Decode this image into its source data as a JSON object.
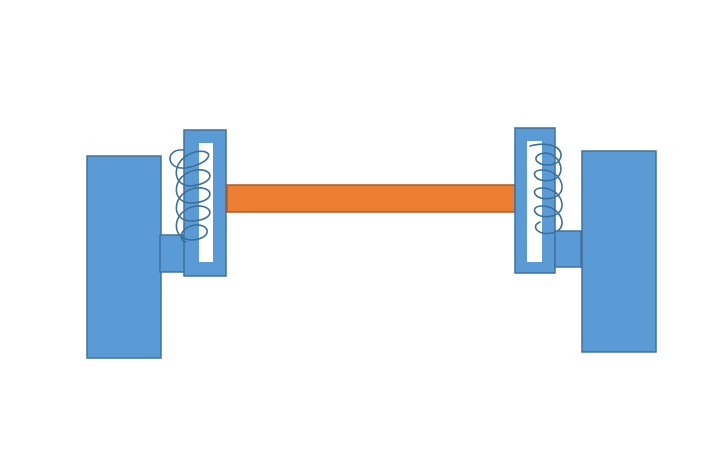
{
  "diagram": {
    "colors": {
      "block": "#5b9bd5",
      "block_stroke": "#41719c",
      "rod": "#ed7d31",
      "rod_stroke": "#ae5a21",
      "frame_inner": "#ffffff",
      "spring": "#3a6f9a",
      "background": "#ffffff"
    },
    "components": {
      "left_block": "left-outer-block",
      "left_connector": "left-connector",
      "left_frame": "left-frame",
      "left_spring": "left-spring",
      "rod": "center-rod",
      "right_frame": "right-frame",
      "right_spring": "right-spring",
      "right_connector": "right-connector",
      "right_block": "right-outer-block"
    }
  }
}
